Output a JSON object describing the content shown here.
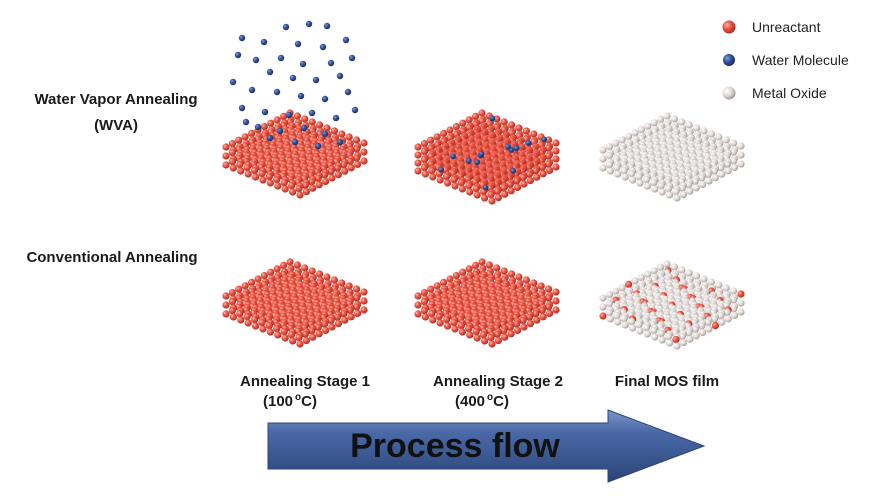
{
  "legend": [
    {
      "key": "unreactant",
      "label": "Unreactant",
      "color": "#e8493a"
    },
    {
      "key": "water",
      "label": "Water Molecule",
      "color": "#2f4f9a"
    },
    {
      "key": "oxide",
      "label": "Metal Oxide",
      "color": "#d9d2cf"
    }
  ],
  "rows": {
    "wva": {
      "label_line1": "Water Vapor Annealing",
      "label_line2": "(WVA)"
    },
    "conventional": {
      "label": "Conventional Annealing"
    }
  },
  "stages": [
    {
      "name": "Annealing Stage 1",
      "temp_num": "(100",
      "temp_sup": "o",
      "temp_unit": "C)"
    },
    {
      "name": "Annealing Stage 2",
      "temp_num": "(400",
      "temp_sup": "o",
      "temp_unit": "C)"
    },
    {
      "name": "Final MOS film"
    }
  ],
  "process_flow": {
    "label": "Process flow",
    "color": "#3a5a9a"
  },
  "colors": {
    "unreactant": "#e8493a",
    "unreactant_dark": "#b32d22",
    "water": "#2f4f9a",
    "oxide": "#d9d2cf",
    "oxide_dark": "#a9a09c"
  }
}
